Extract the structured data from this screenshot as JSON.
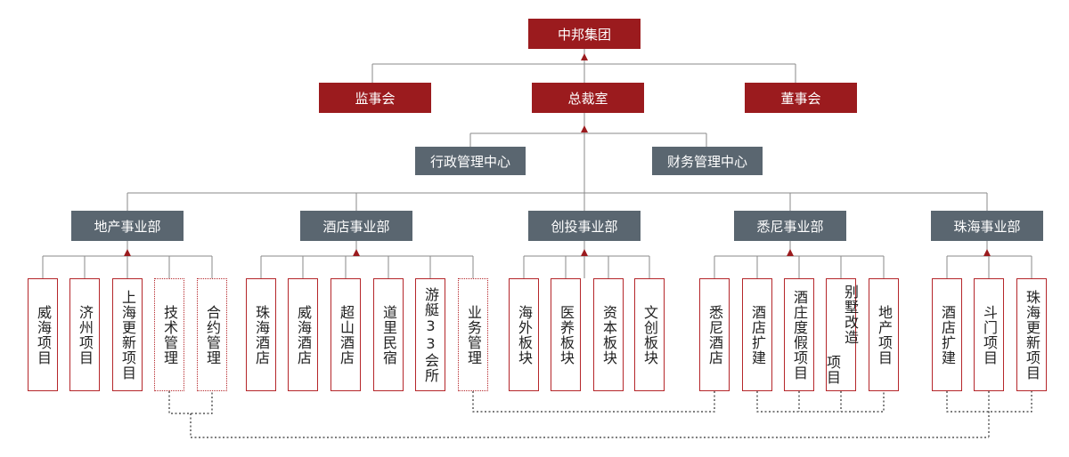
{
  "root": {
    "label": "中邦集团"
  },
  "level1": {
    "left": "监事会",
    "center": "总裁室",
    "right": "董事会"
  },
  "centers": {
    "admin": "行政管理中心",
    "finance": "财务管理中心"
  },
  "divisions": [
    "地产事业部",
    "酒店事业部",
    "创投事业部",
    "悉尼事业部",
    "珠海事业部"
  ],
  "units": {
    "realestate": [
      "威海项目",
      "济州项目",
      "上海更新项目",
      "技术管理",
      "合约管理"
    ],
    "hotel": [
      "珠海酒店",
      "威海酒店",
      "超山酒店",
      "道里民宿",
      "游艇33会所",
      "业务管理"
    ],
    "venture": [
      "海外板块",
      "医养板块",
      "资本板块",
      "文创板块"
    ],
    "sydney": [
      "悉尼酒店",
      "酒店扩建",
      "酒庄度假项目",
      "别墅改造",
      "项目",
      "地产项目"
    ],
    "zhuhai": [
      "酒店扩建",
      "斗门项目",
      "珠海更新项目"
    ]
  },
  "colors": {
    "primary": "#9b1b1e",
    "secondary": "#5a6670",
    "line": "#888888"
  }
}
